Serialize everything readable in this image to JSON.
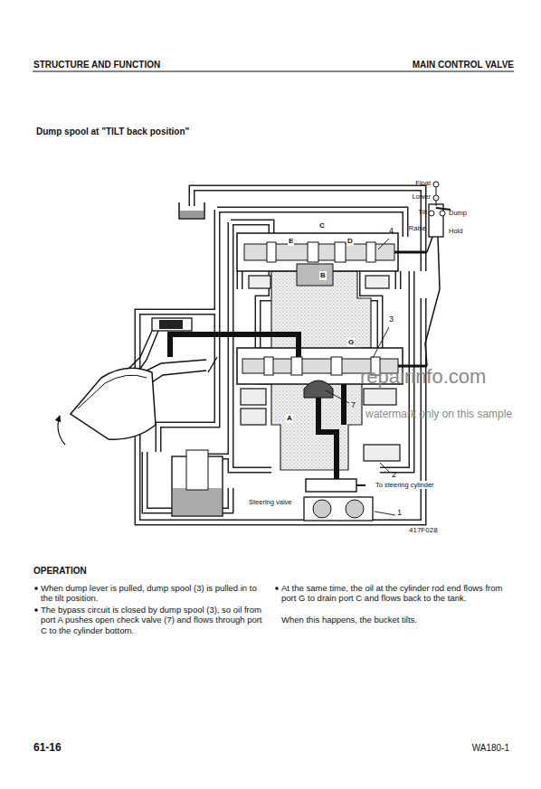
{
  "diagram": {
    "title": "Dump spool at \"TILT back position\"",
    "labels": [
      "STRUCTURE AND FUNCTION",
      "MAIN CONTROL VALVE",
      "Float",
      "Lower",
      "Tilt",
      "Dump",
      "Raise",
      "Hold",
      "E",
      "C",
      "D",
      "B",
      "4",
      "3",
      "G",
      "7",
      "A",
      "2",
      "To steering cylinder",
      "Steering valve",
      "1",
      "417F028",
      "repairinfo.com",
      "watermark only on this sample",
      "OPERATION",
      "When dump lever is pulled, dump spool (3) is pulled in to the tilt position.",
      "The bypass circuit is closed by dump spool (3), so oil from port A pushes open check valve (7) and flows through port C to the cylinder bottom.",
      "At the same time, the oil at the cylinder rod end flows from port G to drain port C and flows back to the tank.",
      "When this happens, the bucket tilts.",
      "61-16",
      "WA180-1"
    ]
  }
}
